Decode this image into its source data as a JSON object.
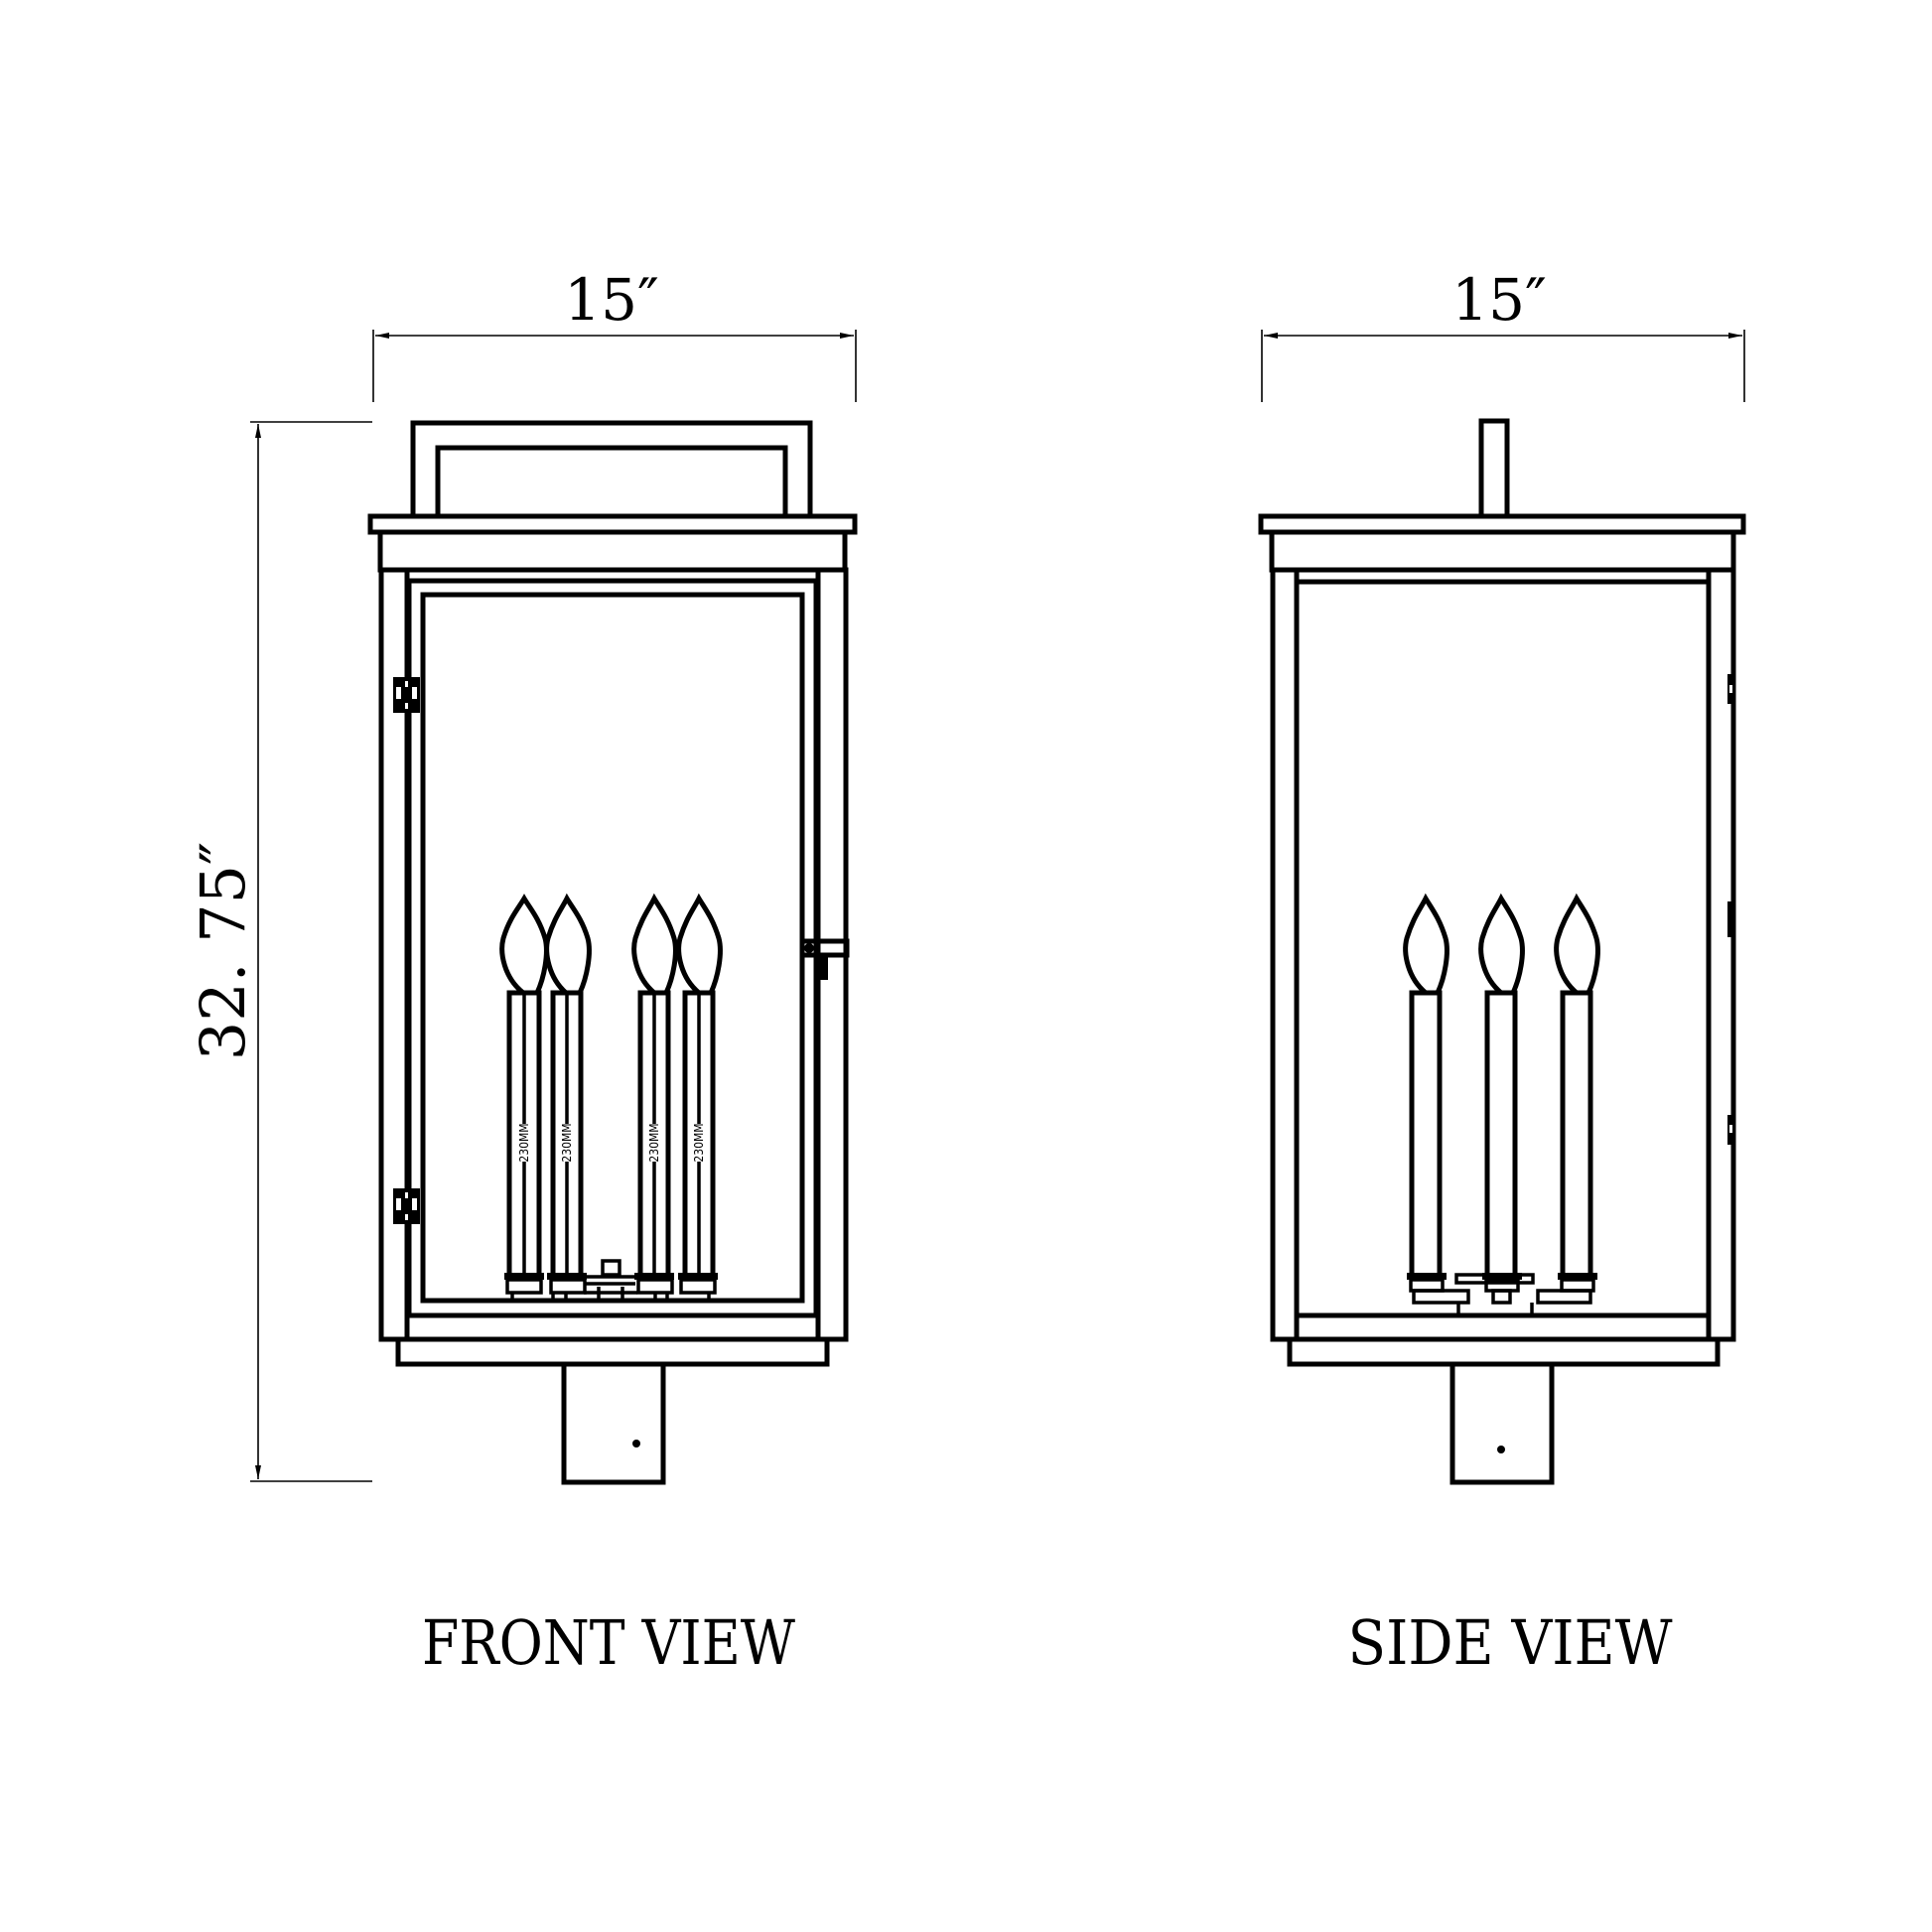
{
  "drawing": {
    "type": "technical-dimension-drawing",
    "subject": "4-light outdoor post lantern",
    "line_color": "#000000",
    "background_color": "#ffffff"
  },
  "front_view": {
    "label": "FRONT VIEW",
    "width_dimension": "15″",
    "height_dimension": "32. 75″",
    "candle_count": 4,
    "candle_label": "230MM",
    "candles": [
      {
        "label": "230MM"
      },
      {
        "label": "230MM"
      },
      {
        "label": "230MM"
      },
      {
        "label": "230MM"
      }
    ]
  },
  "side_view": {
    "label": "SIDE VIEW",
    "width_dimension": "15″",
    "candle_count": 3
  }
}
